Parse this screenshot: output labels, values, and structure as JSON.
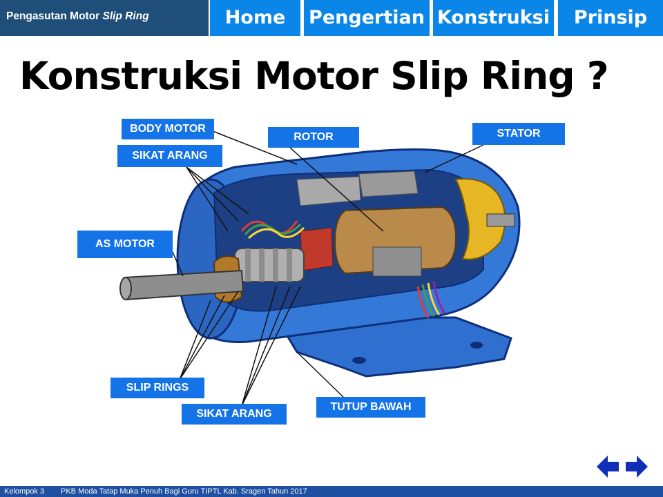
{
  "header": {
    "brand_prefix": "Pengasutan Motor ",
    "brand_italic": "Slip Ring",
    "tabs": [
      {
        "label": "Home"
      },
      {
        "label": "Pengertian"
      },
      {
        "label": "Konstruksi"
      },
      {
        "label": "Prinsip"
      }
    ],
    "active_tab": "Konstruksi"
  },
  "page": {
    "title": "Konstruksi Motor Slip Ring ?"
  },
  "diagram": {
    "labels": {
      "body_motor": "BODY MOTOR",
      "sikat_arang_top": "SIKAT ARANG",
      "rotor": "ROTOR",
      "stator": "STATOR",
      "as_motor": "AS MOTOR",
      "slip_rings": "SLIP RINGS",
      "sikat_arang_bottom": "SIKAT ARANG",
      "tutup_bawah": "TUTUP BAWAH"
    }
  },
  "navigation": {
    "prev_icon": "arrow-left-icon",
    "next_icon": "arrow-right-icon"
  },
  "footer": {
    "group": "Kelompok 3",
    "caption": "PKB Moda Tatap Muka Penuh Bagi Guru TIPTL Kab. Sragen Tahun 2017"
  },
  "colors": {
    "brand_bg": "#1f4e79",
    "tab_bg": "#0a86e8",
    "callout_bg": "#1473e6",
    "motor_blue": "#2f6fd0",
    "footer_bg": "#1e4fa0",
    "arrow": "#0f2fb8"
  }
}
